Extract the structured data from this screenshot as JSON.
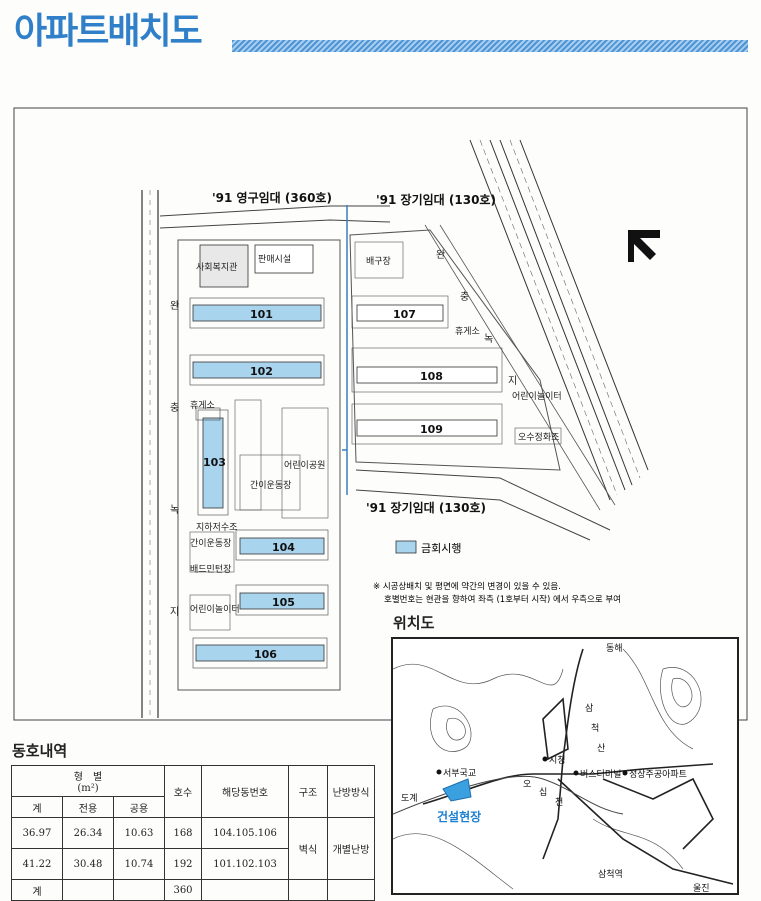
{
  "page_title": "아파트배치도",
  "labels": {
    "perm_rental": "'91 영구임대 (360호)",
    "long_rental_top": "'91 장기임대 (130호)",
    "long_rental_bottom": "'91 장기임대 (130호)",
    "welfare": "사회복지관",
    "shop": "판매시설",
    "court": "배구장",
    "rest1": "휴게소",
    "rest2": "휴게소",
    "playground_right": "어린이놀이터",
    "playground_left": "어린이놀이터",
    "sewage": "오수정화조",
    "park": "어린이공원",
    "sports": "간이운동장",
    "sports_small": "간이운동장",
    "water_tank": "지하저수조",
    "badminton": "배드민턴장",
    "road_left": [
      "완",
      "충",
      "녹",
      "지"
    ],
    "road_right": [
      "완",
      "충",
      "녹",
      "지"
    ],
    "buildings": [
      "101",
      "102",
      "103",
      "104",
      "105",
      "106",
      "107",
      "108",
      "109"
    ]
  },
  "legend": {
    "label": "금회시행",
    "color": "#a9d4ee"
  },
  "notes": [
    "※ 시공상배치 및 평면에 약간의 변경이 있을 수 있음.",
    "호별번호는 현관을 향하여 좌측 (1호부터 시작) 에서 우측으로 부여"
  ],
  "location": {
    "title": "위치도",
    "donghae": "동해",
    "seobu_school": "서부국교",
    "city_hall": "시청",
    "bus_terminal": "버스터미널",
    "apartment": "정상주공아파트",
    "dogye": "도계",
    "site": "건설현장",
    "river": [
      "오",
      "십",
      "천"
    ],
    "mountain": [
      "삼",
      "척",
      "산"
    ],
    "samcheok_station": "삼척역",
    "uljin": "울진"
  },
  "units_section": {
    "title": "동호내역",
    "header": {
      "type": "형　별",
      "unit": "(m²)",
      "total": "계",
      "exclusive": "전용",
      "common": "공용",
      "households": "호수",
      "buildings": "해당동번호",
      "structure": "구조",
      "heating": "난방방식"
    },
    "rows": [
      {
        "total": "36.97",
        "exclusive": "26.34",
        "common": "10.63",
        "households": "168",
        "buildings": "104.105.106"
      },
      {
        "total": "41.22",
        "exclusive": "30.48",
        "common": "10.74",
        "households": "192",
        "buildings": "101.102.103"
      }
    ],
    "structure_value": "벽식",
    "heating_value": "개별난방",
    "sum_label": "계",
    "sum_households": "360"
  }
}
